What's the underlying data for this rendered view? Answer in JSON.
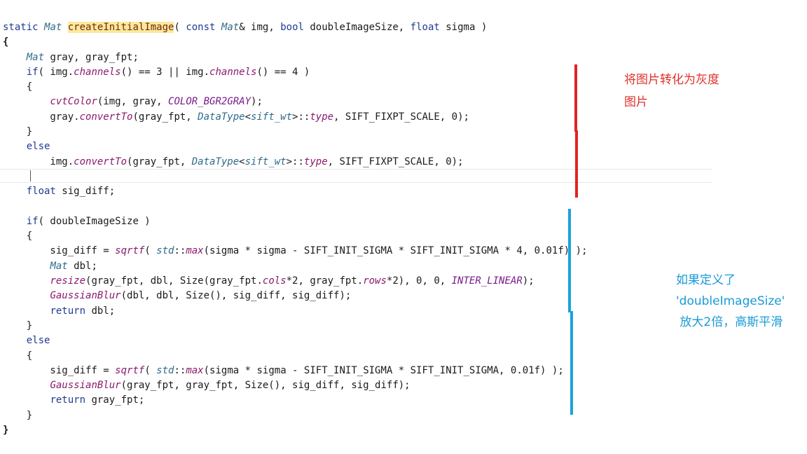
{
  "code": {
    "lines": [
      [
        {
          "t": "static ",
          "c": "kw"
        },
        {
          "t": "Mat",
          "c": "type"
        },
        {
          "t": " ",
          "c": "plain"
        },
        {
          "t": "createInitialImage",
          "c": "fn-hl"
        },
        {
          "t": "( ",
          "c": "punct"
        },
        {
          "t": "const ",
          "c": "kw"
        },
        {
          "t": "Mat",
          "c": "type"
        },
        {
          "t": "& img, ",
          "c": "plain"
        },
        {
          "t": "bool ",
          "c": "kw"
        },
        {
          "t": "doubleImageSize, ",
          "c": "plain"
        },
        {
          "t": "float ",
          "c": "kw"
        },
        {
          "t": "sigma )",
          "c": "plain"
        }
      ],
      [
        {
          "t": "{",
          "c": "bold"
        }
      ],
      [
        {
          "t": "    ",
          "c": "plain"
        },
        {
          "t": "Mat",
          "c": "type"
        },
        {
          "t": " gray, gray_fpt;",
          "c": "plain"
        }
      ],
      [
        {
          "t": "    ",
          "c": "plain"
        },
        {
          "t": "if",
          "c": "kw"
        },
        {
          "t": "( img.",
          "c": "plain"
        },
        {
          "t": "channels",
          "c": "fn"
        },
        {
          "t": "() == 3 || img.",
          "c": "plain"
        },
        {
          "t": "channels",
          "c": "fn"
        },
        {
          "t": "() == 4 )",
          "c": "plain"
        }
      ],
      [
        {
          "t": "    {",
          "c": "plain"
        }
      ],
      [
        {
          "t": "        ",
          "c": "plain"
        },
        {
          "t": "cvtColor",
          "c": "fn"
        },
        {
          "t": "(img, gray, ",
          "c": "plain"
        },
        {
          "t": "COLOR_BGR2GRAY",
          "c": "const"
        },
        {
          "t": ");",
          "c": "plain"
        }
      ],
      [
        {
          "t": "        gray.",
          "c": "plain"
        },
        {
          "t": "convertTo",
          "c": "fn"
        },
        {
          "t": "(gray_fpt, ",
          "c": "plain"
        },
        {
          "t": "DataType",
          "c": "type"
        },
        {
          "t": "<",
          "c": "plain"
        },
        {
          "t": "sift_wt",
          "c": "ns"
        },
        {
          "t": ">::",
          "c": "plain"
        },
        {
          "t": "type",
          "c": "fn"
        },
        {
          "t": ", SIFT_FIXPT_SCALE, 0);",
          "c": "plain"
        }
      ],
      [
        {
          "t": "    }",
          "c": "plain"
        }
      ],
      [
        {
          "t": "    ",
          "c": "plain"
        },
        {
          "t": "else",
          "c": "kw"
        }
      ],
      [
        {
          "t": "        img.",
          "c": "plain"
        },
        {
          "t": "convertTo",
          "c": "fn"
        },
        {
          "t": "(gray_fpt, ",
          "c": "plain"
        },
        {
          "t": "DataType",
          "c": "type"
        },
        {
          "t": "<",
          "c": "plain"
        },
        {
          "t": "sift_wt",
          "c": "ns"
        },
        {
          "t": ">::",
          "c": "plain"
        },
        {
          "t": "type",
          "c": "fn"
        },
        {
          "t": ", SIFT_FIXPT_SCALE, 0);",
          "c": "plain"
        }
      ],
      [
        {
          "t": "",
          "c": "plain"
        }
      ],
      [
        {
          "t": "    ",
          "c": "plain"
        },
        {
          "t": "float ",
          "c": "kw"
        },
        {
          "t": "sig_diff;",
          "c": "plain"
        }
      ],
      [
        {
          "t": "",
          "c": "plain"
        }
      ],
      [
        {
          "t": "    ",
          "c": "plain"
        },
        {
          "t": "if",
          "c": "kw"
        },
        {
          "t": "( doubleImageSize )",
          "c": "plain"
        }
      ],
      [
        {
          "t": "    {",
          "c": "plain"
        }
      ],
      [
        {
          "t": "        sig_diff = ",
          "c": "plain"
        },
        {
          "t": "sqrtf",
          "c": "fn"
        },
        {
          "t": "( ",
          "c": "plain"
        },
        {
          "t": "std",
          "c": "ns"
        },
        {
          "t": "::",
          "c": "plain"
        },
        {
          "t": "max",
          "c": "fn"
        },
        {
          "t": "(sigma * sigma - SIFT_INIT_SIGMA * SIFT_INIT_SIGMA * 4, 0.01f) );",
          "c": "plain"
        }
      ],
      [
        {
          "t": "        ",
          "c": "plain"
        },
        {
          "t": "Mat",
          "c": "type"
        },
        {
          "t": " dbl;",
          "c": "plain"
        }
      ],
      [
        {
          "t": "        ",
          "c": "plain"
        },
        {
          "t": "resize",
          "c": "fn"
        },
        {
          "t": "(gray_fpt, dbl, Size(gray_fpt.",
          "c": "plain"
        },
        {
          "t": "cols",
          "c": "fn"
        },
        {
          "t": "*2, gray_fpt.",
          "c": "plain"
        },
        {
          "t": "rows",
          "c": "fn"
        },
        {
          "t": "*2), 0, 0, ",
          "c": "plain"
        },
        {
          "t": "INTER_LINEAR",
          "c": "const"
        },
        {
          "t": ");",
          "c": "plain"
        }
      ],
      [
        {
          "t": "        ",
          "c": "plain"
        },
        {
          "t": "GaussianBlur",
          "c": "fn"
        },
        {
          "t": "(dbl, dbl, Size(), sig_diff, sig_diff);",
          "c": "plain"
        }
      ],
      [
        {
          "t": "        ",
          "c": "plain"
        },
        {
          "t": "return ",
          "c": "kw"
        },
        {
          "t": "dbl;",
          "c": "plain"
        }
      ],
      [
        {
          "t": "    }",
          "c": "plain"
        }
      ],
      [
        {
          "t": "    ",
          "c": "plain"
        },
        {
          "t": "else",
          "c": "kw"
        }
      ],
      [
        {
          "t": "    {",
          "c": "plain"
        }
      ],
      [
        {
          "t": "        sig_diff = ",
          "c": "plain"
        },
        {
          "t": "sqrtf",
          "c": "fn"
        },
        {
          "t": "( ",
          "c": "plain"
        },
        {
          "t": "std",
          "c": "ns"
        },
        {
          "t": "::",
          "c": "plain"
        },
        {
          "t": "max",
          "c": "fn"
        },
        {
          "t": "(sigma * sigma - SIFT_INIT_SIGMA * SIFT_INIT_SIGMA, 0.01f) );",
          "c": "plain"
        }
      ],
      [
        {
          "t": "        ",
          "c": "plain"
        },
        {
          "t": "GaussianBlur",
          "c": "fn"
        },
        {
          "t": "(gray_fpt, gray_fpt, Size(), sig_diff, sig_diff);",
          "c": "plain"
        }
      ],
      [
        {
          "t": "        ",
          "c": "plain"
        },
        {
          "t": "return ",
          "c": "kw"
        },
        {
          "t": "gray_fpt;",
          "c": "plain"
        }
      ],
      [
        {
          "t": "    }",
          "c": "plain"
        }
      ],
      [
        {
          "t": "}",
          "c": "bold"
        }
      ]
    ]
  },
  "annotations": {
    "red_note": "将图片转化为灰度\n图片",
    "blue_note": "如果定义了\n'doubleImageSize'\n 放大2倍，高斯平滑",
    "colors": {
      "red": "#e02424",
      "blue": "#1aa3dc"
    }
  }
}
